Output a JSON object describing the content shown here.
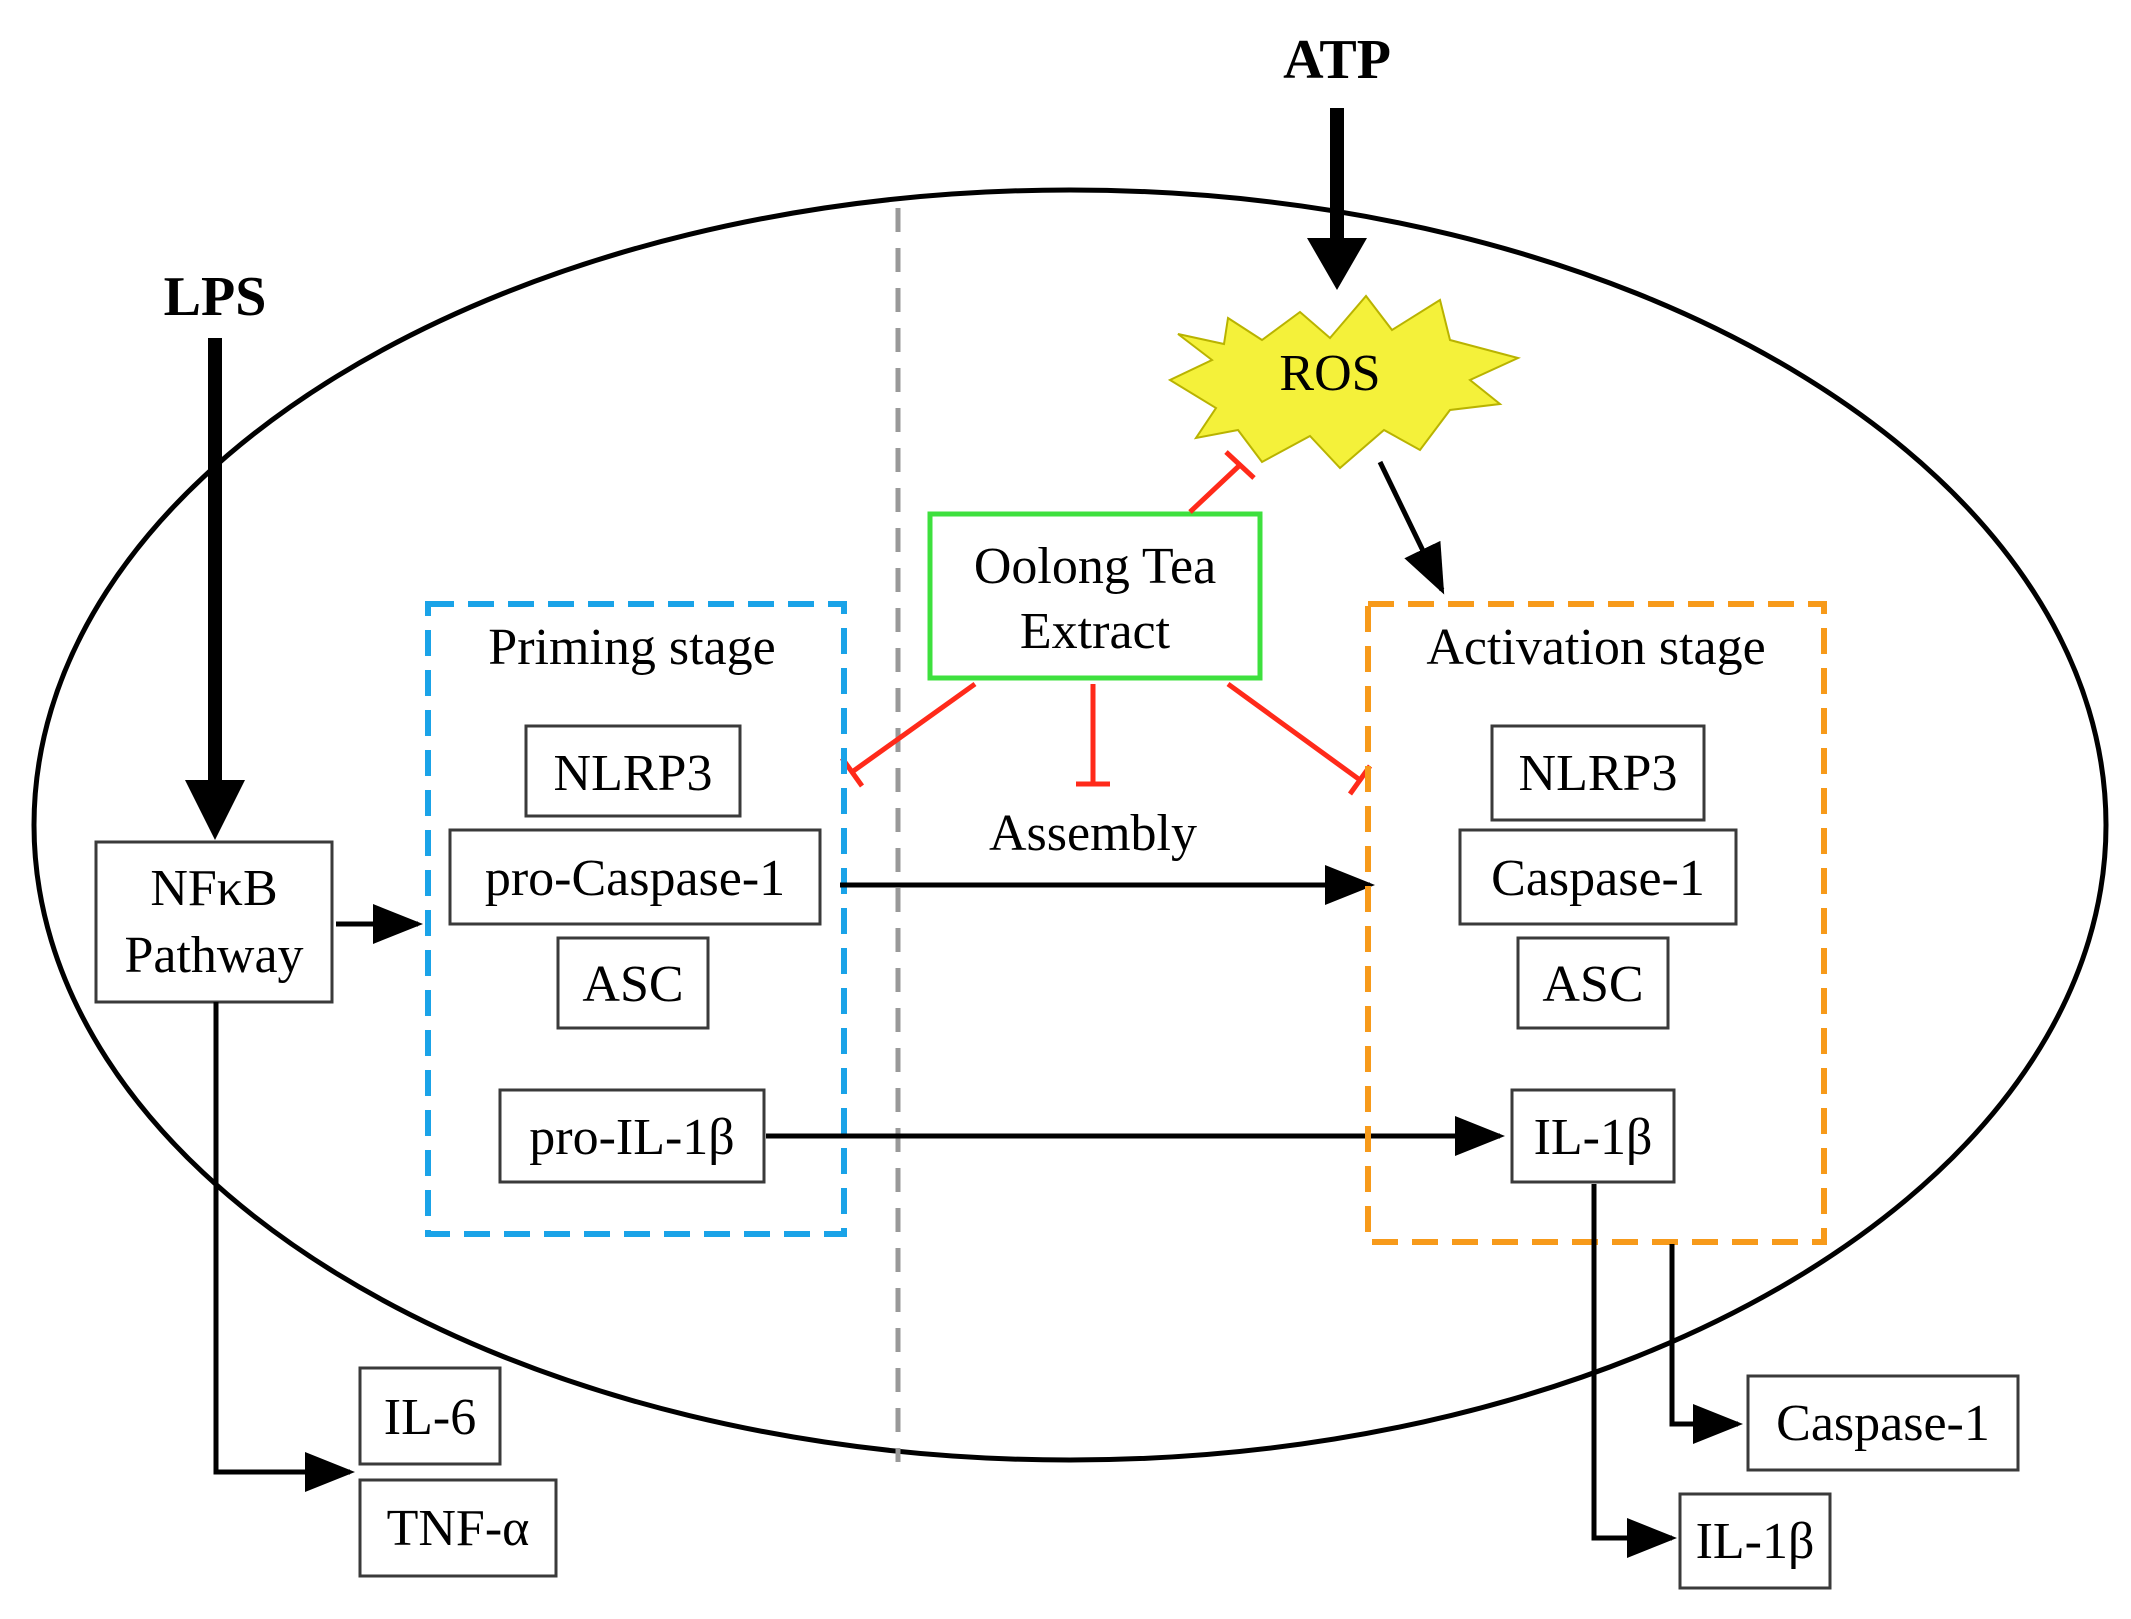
{
  "inputs": {
    "lps": "LPS",
    "atp": "ATP"
  },
  "ros": {
    "label": "ROS",
    "fill": "#f4f13a"
  },
  "oolong": {
    "line1": "Oolong Tea",
    "line2": "Extract",
    "border": "#3ee03e"
  },
  "inhibitor_color": "#ff2a1a",
  "nfkb": {
    "line1": "NFκB",
    "line2": "Pathway"
  },
  "priming": {
    "title": "Priming stage",
    "border": "#1aa3e8",
    "items": [
      "NLRP3",
      "pro-Caspase-1",
      "ASC"
    ],
    "pro_il": "pro-IL-1β"
  },
  "assembly": "Assembly",
  "activation": {
    "title": "Activation stage",
    "border": "#f79a1a",
    "items": [
      "NLRP3",
      "Caspase-1",
      "ASC"
    ],
    "il": "IL-1β"
  },
  "outputs": {
    "il6": "IL-6",
    "tnf": "TNF-α",
    "caspase": "Caspase-1",
    "il1b": "IL-1β"
  }
}
